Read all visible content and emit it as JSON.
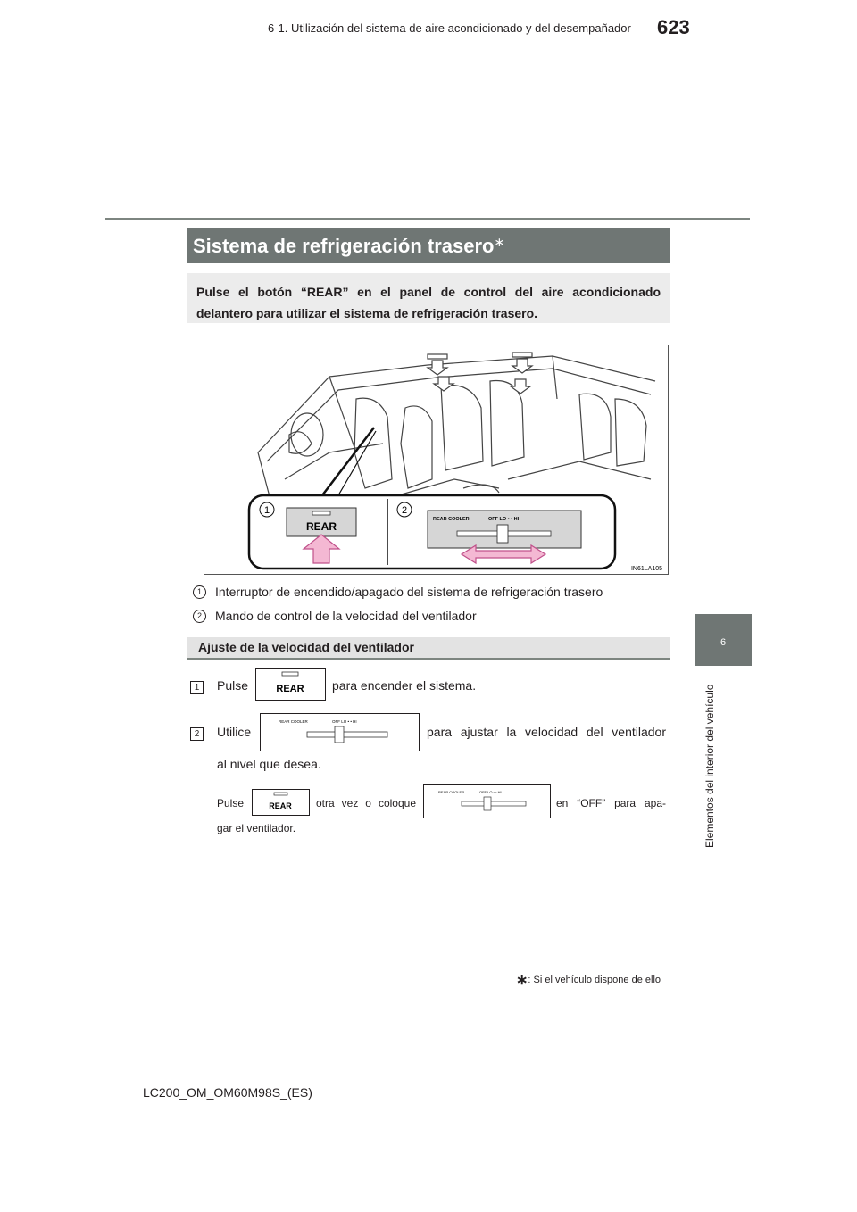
{
  "header": {
    "section": "6-1. Utilización del sistema de aire acondicionado y del desempañador",
    "page_number": "623"
  },
  "side_tab": {
    "number": "6",
    "caption": "Elementos del interior del vehículo"
  },
  "section": {
    "title": "Sistema de refrigeración trasero",
    "title_mark": "∗"
  },
  "intro": "Pulse el botón “REAR” en el panel de control del aire acondicionado delantero para utilizar el sistema de refrigeración trasero.",
  "illustration": {
    "code": "IN61LA105",
    "callout_1": "1",
    "callout_2": "2",
    "rear_button_label": "REAR",
    "panel_label": "REAR COOLER",
    "panel_scale": "OFF  LO  •  •  HI"
  },
  "legend": [
    {
      "num": "1",
      "text": "Interruptor de encendido/apagado del sistema de refrigeración trasero"
    },
    {
      "num": "2",
      "text": "Mando de control de la velocidad del ventilador"
    }
  ],
  "subsection": {
    "title": "Ajuste de la velocidad del ventilador"
  },
  "steps": [
    {
      "num": "1",
      "before": "Pulse",
      "after": "para encender el sistema."
    },
    {
      "num": "2",
      "before": "Utilice",
      "after": "para ajustar la velocidad del ventilador",
      "cont": "al nivel que desea."
    }
  ],
  "note": {
    "before": "Pulse",
    "middle": "otra vez o coloque",
    "after": "en “OFF” para apa-",
    "cont": "gar el ventilador."
  },
  "footnote": {
    "mark": "∗",
    "text": ": Si el vehículo dispone de ello"
  },
  "footer": {
    "model": "LC200_OM_OM60M98S_(ES)"
  }
}
